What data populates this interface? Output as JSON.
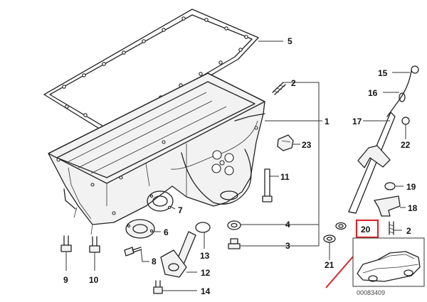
{
  "diagram": {
    "callouts": {
      "c1": "1",
      "c2a": "2",
      "c2b": "2",
      "c3": "3",
      "c4": "4",
      "c5": "5",
      "c6": "6",
      "c7": "7",
      "c8": "8",
      "c9": "9",
      "c10": "10",
      "c11": "11",
      "c12": "12",
      "c13": "13",
      "c14": "14",
      "c15": "15",
      "c16": "16",
      "c17": "17",
      "c18": "18",
      "c19": "19",
      "c20": "20",
      "c21": "21",
      "c22": "22",
      "c23": "23"
    },
    "highlight_color": "#d9262c",
    "reference_code": "00083409"
  }
}
